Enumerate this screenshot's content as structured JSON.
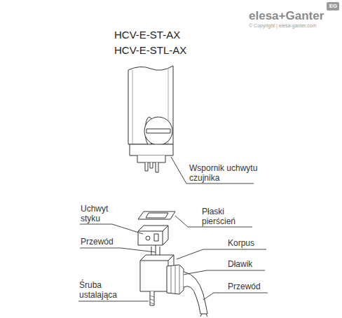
{
  "diagram": {
    "labels": [
      "elesa+Ganter",
      "EG",
      "© Copyright | elesa-ganter.com",
      "HCV-E-ST-AX",
      "HCV-E-STL-AX",
      "Wspornik uchwytu czujnika",
      "Płaski pierścień",
      "Uchwyt styku",
      "Przewód",
      "Korpus",
      "Dławik",
      "Przewód",
      "Śruba ustalająca"
    ]
  }
}
